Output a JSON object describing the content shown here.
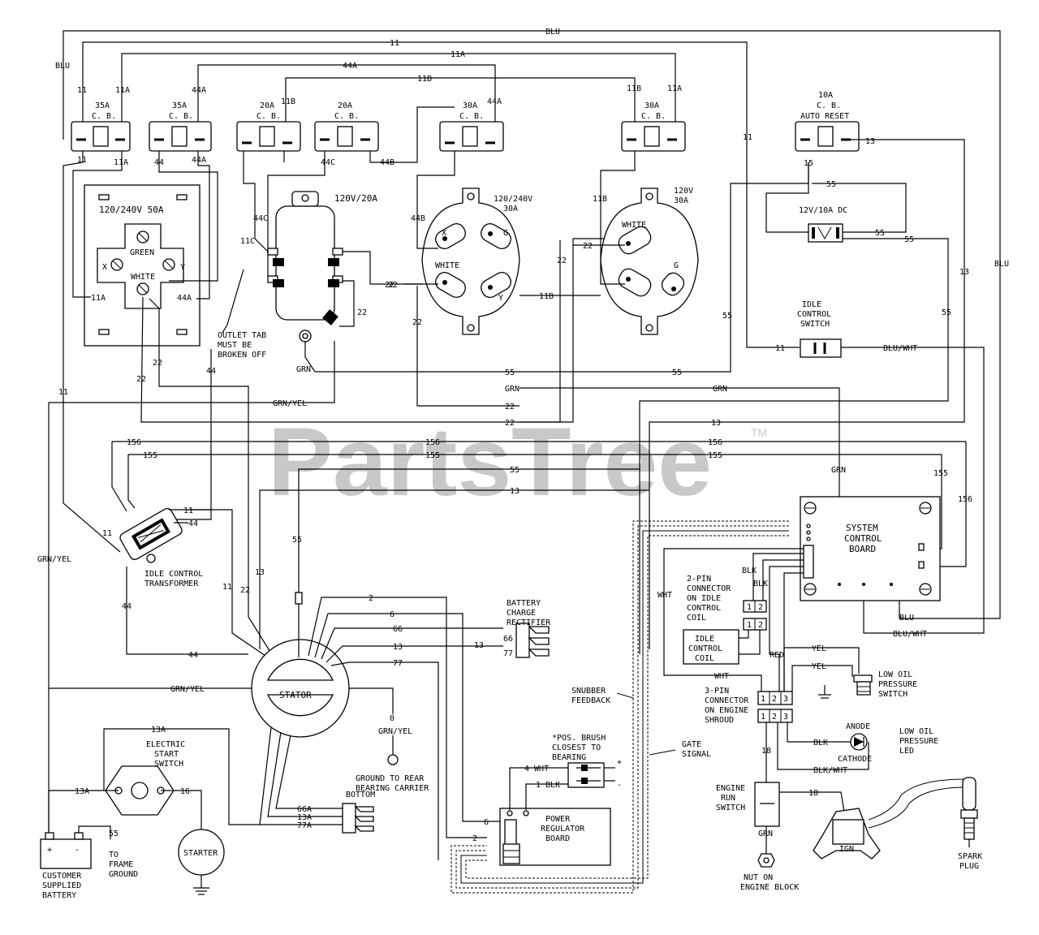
{
  "watermark": {
    "text": "PartsTree",
    "trademark": "TM"
  },
  "breakers": {
    "cb35a_left": {
      "rating": "35A",
      "type": "C. B."
    },
    "cb35a_second": {
      "rating": "35A",
      "type": "C. B."
    },
    "cb20a_first": {
      "rating": "20A",
      "type": "C. B."
    },
    "cb20a_second": {
      "rating": "20A",
      "type": "C. B."
    },
    "cb30a_first": {
      "rating": "30A",
      "type": "C. B."
    },
    "cb30a_second": {
      "rating": "30A",
      "type": "C. B."
    },
    "cb10a": {
      "rating": "10A",
      "type": "C. B.",
      "mode": "AUTO RESET"
    }
  },
  "outlets": {
    "outlet_50a": {
      "label": "120/240V 50A",
      "green": "GREEN",
      "x": "X",
      "y": "Y",
      "white": "WHITE"
    },
    "outlet_20a": {
      "label": "120V/20A"
    },
    "outlet_30a_240": {
      "label1": "120/240V",
      "label2": "30A",
      "white": "WHITE",
      "g": "G",
      "x": "X",
      "y": "Y"
    },
    "outlet_30a_120": {
      "label1": "120V",
      "label2": "30A",
      "white": "WHITE",
      "g": "G"
    },
    "dc_outlet": {
      "label": "12V/10A DC"
    }
  },
  "notes": {
    "outlet_tab": [
      "OUTLET TAB",
      "MUST BE",
      "BROKEN OFF"
    ],
    "idle_switch": [
      "IDLE",
      "CONTROL",
      "SWITCH"
    ],
    "idle_transformer": [
      "IDLE CONTROL",
      "TRANSFORMER"
    ],
    "battery_rectifier": [
      "BATTERY",
      "CHARGE",
      "RECTIFIER"
    ],
    "system_board": [
      "SYSTEM",
      "CONTROL",
      "BOARD"
    ],
    "two_pin": [
      "2-PIN",
      "CONNECTOR",
      "ON IDLE",
      "CONTROL",
      "COIL"
    ],
    "idle_coil": [
      "IDLE",
      "CONTROL",
      "COIL"
    ],
    "low_oil_switch": [
      "LOW OIL",
      "PRESSURE",
      "SWITCH"
    ],
    "three_pin": [
      "3-PIN",
      "CONNECTOR",
      "ON ENGINE",
      "SHROUD"
    ],
    "anode": "ANODE",
    "cathode": "CATHODE",
    "low_oil_led": [
      "LOW OIL",
      "PRESSURE",
      "LED"
    ],
    "snubber": [
      "SNUBBER",
      "FEEDBACK"
    ],
    "gate": [
      "GATE",
      "SIGNAL"
    ],
    "brush": [
      "*POS. BRUSH",
      "CLOSEST TO",
      "BEARING"
    ],
    "power_board": [
      "POWER",
      "REGULATOR",
      "BOARD"
    ],
    "stator": "STATOR",
    "ground_rear": [
      "GROUND TO REAR",
      "BEARING CARRIER"
    ],
    "bottom": "BOTTOM",
    "electric_start": [
      "ELECTRIC",
      "START",
      "SWITCH"
    ],
    "battery": [
      "CUSTOMER",
      "SUPPLIED",
      "BATTERY"
    ],
    "frame_ground": [
      "TO",
      "FRAME",
      "GROUND"
    ],
    "starter": "STARTER",
    "engine_run": [
      "ENGINE",
      "RUN",
      "SWITCH"
    ],
    "nut": [
      "NUT ON",
      "ENGINE BLOCK"
    ],
    "spark": [
      "SPARK",
      "PLUG"
    ],
    "ign": "IGN"
  },
  "wires": {
    "blu": "BLU",
    "w11": "11",
    "w11a": "11A",
    "w44a": "44A",
    "w11b": "11B",
    "w44": "44",
    "w44b": "44B",
    "w44c": "44C",
    "w11c": "11C",
    "w22": "22",
    "w55": "55",
    "w13": "13",
    "grn": "GRN",
    "grnyel": "GRN/YEL",
    "w156": "156",
    "w155": "155",
    "w15": "15",
    "bluwht": "BLU/WHT",
    "w2": "2",
    "w6": "6",
    "w66": "66",
    "w77": "77",
    "w0": "0",
    "w13a": "13A",
    "w16": "16",
    "w66a": "66A",
    "w77a": "77A",
    "w4wht": "4 WHT",
    "w1blk": "1 BLK",
    "wht": "WHT",
    "blk": "BLK",
    "red": "RED",
    "yel": "YEL",
    "blkwht": "BLK/WHT",
    "w18": "18",
    "plus": "+",
    "minus": "-",
    "pin1": "1",
    "pin2": "2",
    "pin3": "3"
  }
}
